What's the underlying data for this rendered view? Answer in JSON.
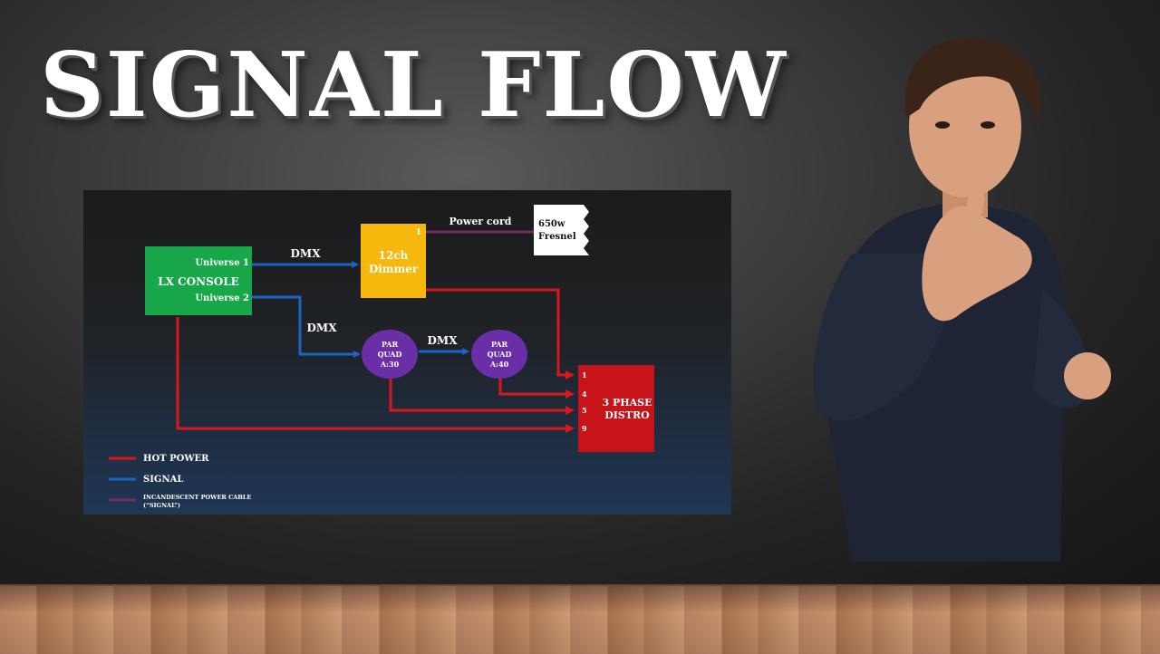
{
  "title": "SIGNAL FLOW",
  "diagram": {
    "console": {
      "label": "LX CONSOLE",
      "universe1": "Universe 1",
      "universe2": "Universe 2"
    },
    "dimmer": {
      "line1": "12ch",
      "line2": "Dimmer",
      "port": "1"
    },
    "fixture": {
      "line1": "650w",
      "line2": "Fresnel"
    },
    "power_cord_label": "Power cord",
    "dmx_labels": [
      "DMX",
      "DMX",
      "DMX"
    ],
    "par1": {
      "line1": "PAR",
      "line2": "QUAD",
      "line3": "A:30"
    },
    "par2": {
      "line1": "PAR",
      "line2": "QUAD",
      "line3": "A:40"
    },
    "distro": {
      "line1": "3 PHASE",
      "line2": "DISTRO",
      "ports": [
        "1",
        "4",
        "5",
        "9"
      ]
    },
    "legend": {
      "hot_power": "HOT POWER",
      "signal": "SIGNAL",
      "incandescent_line1": "INCANDESCENT  POWER CABLE",
      "incandescent_line2": "(“SIGNAL”)"
    },
    "colors": {
      "hot_power": "#d8161e",
      "signal": "#1c63c4",
      "incandescent": "#7a2a64",
      "console": "#18a84a",
      "dimmer": "#f6b80c",
      "par": "#6a2fa6",
      "distro": "#c6141a"
    }
  }
}
